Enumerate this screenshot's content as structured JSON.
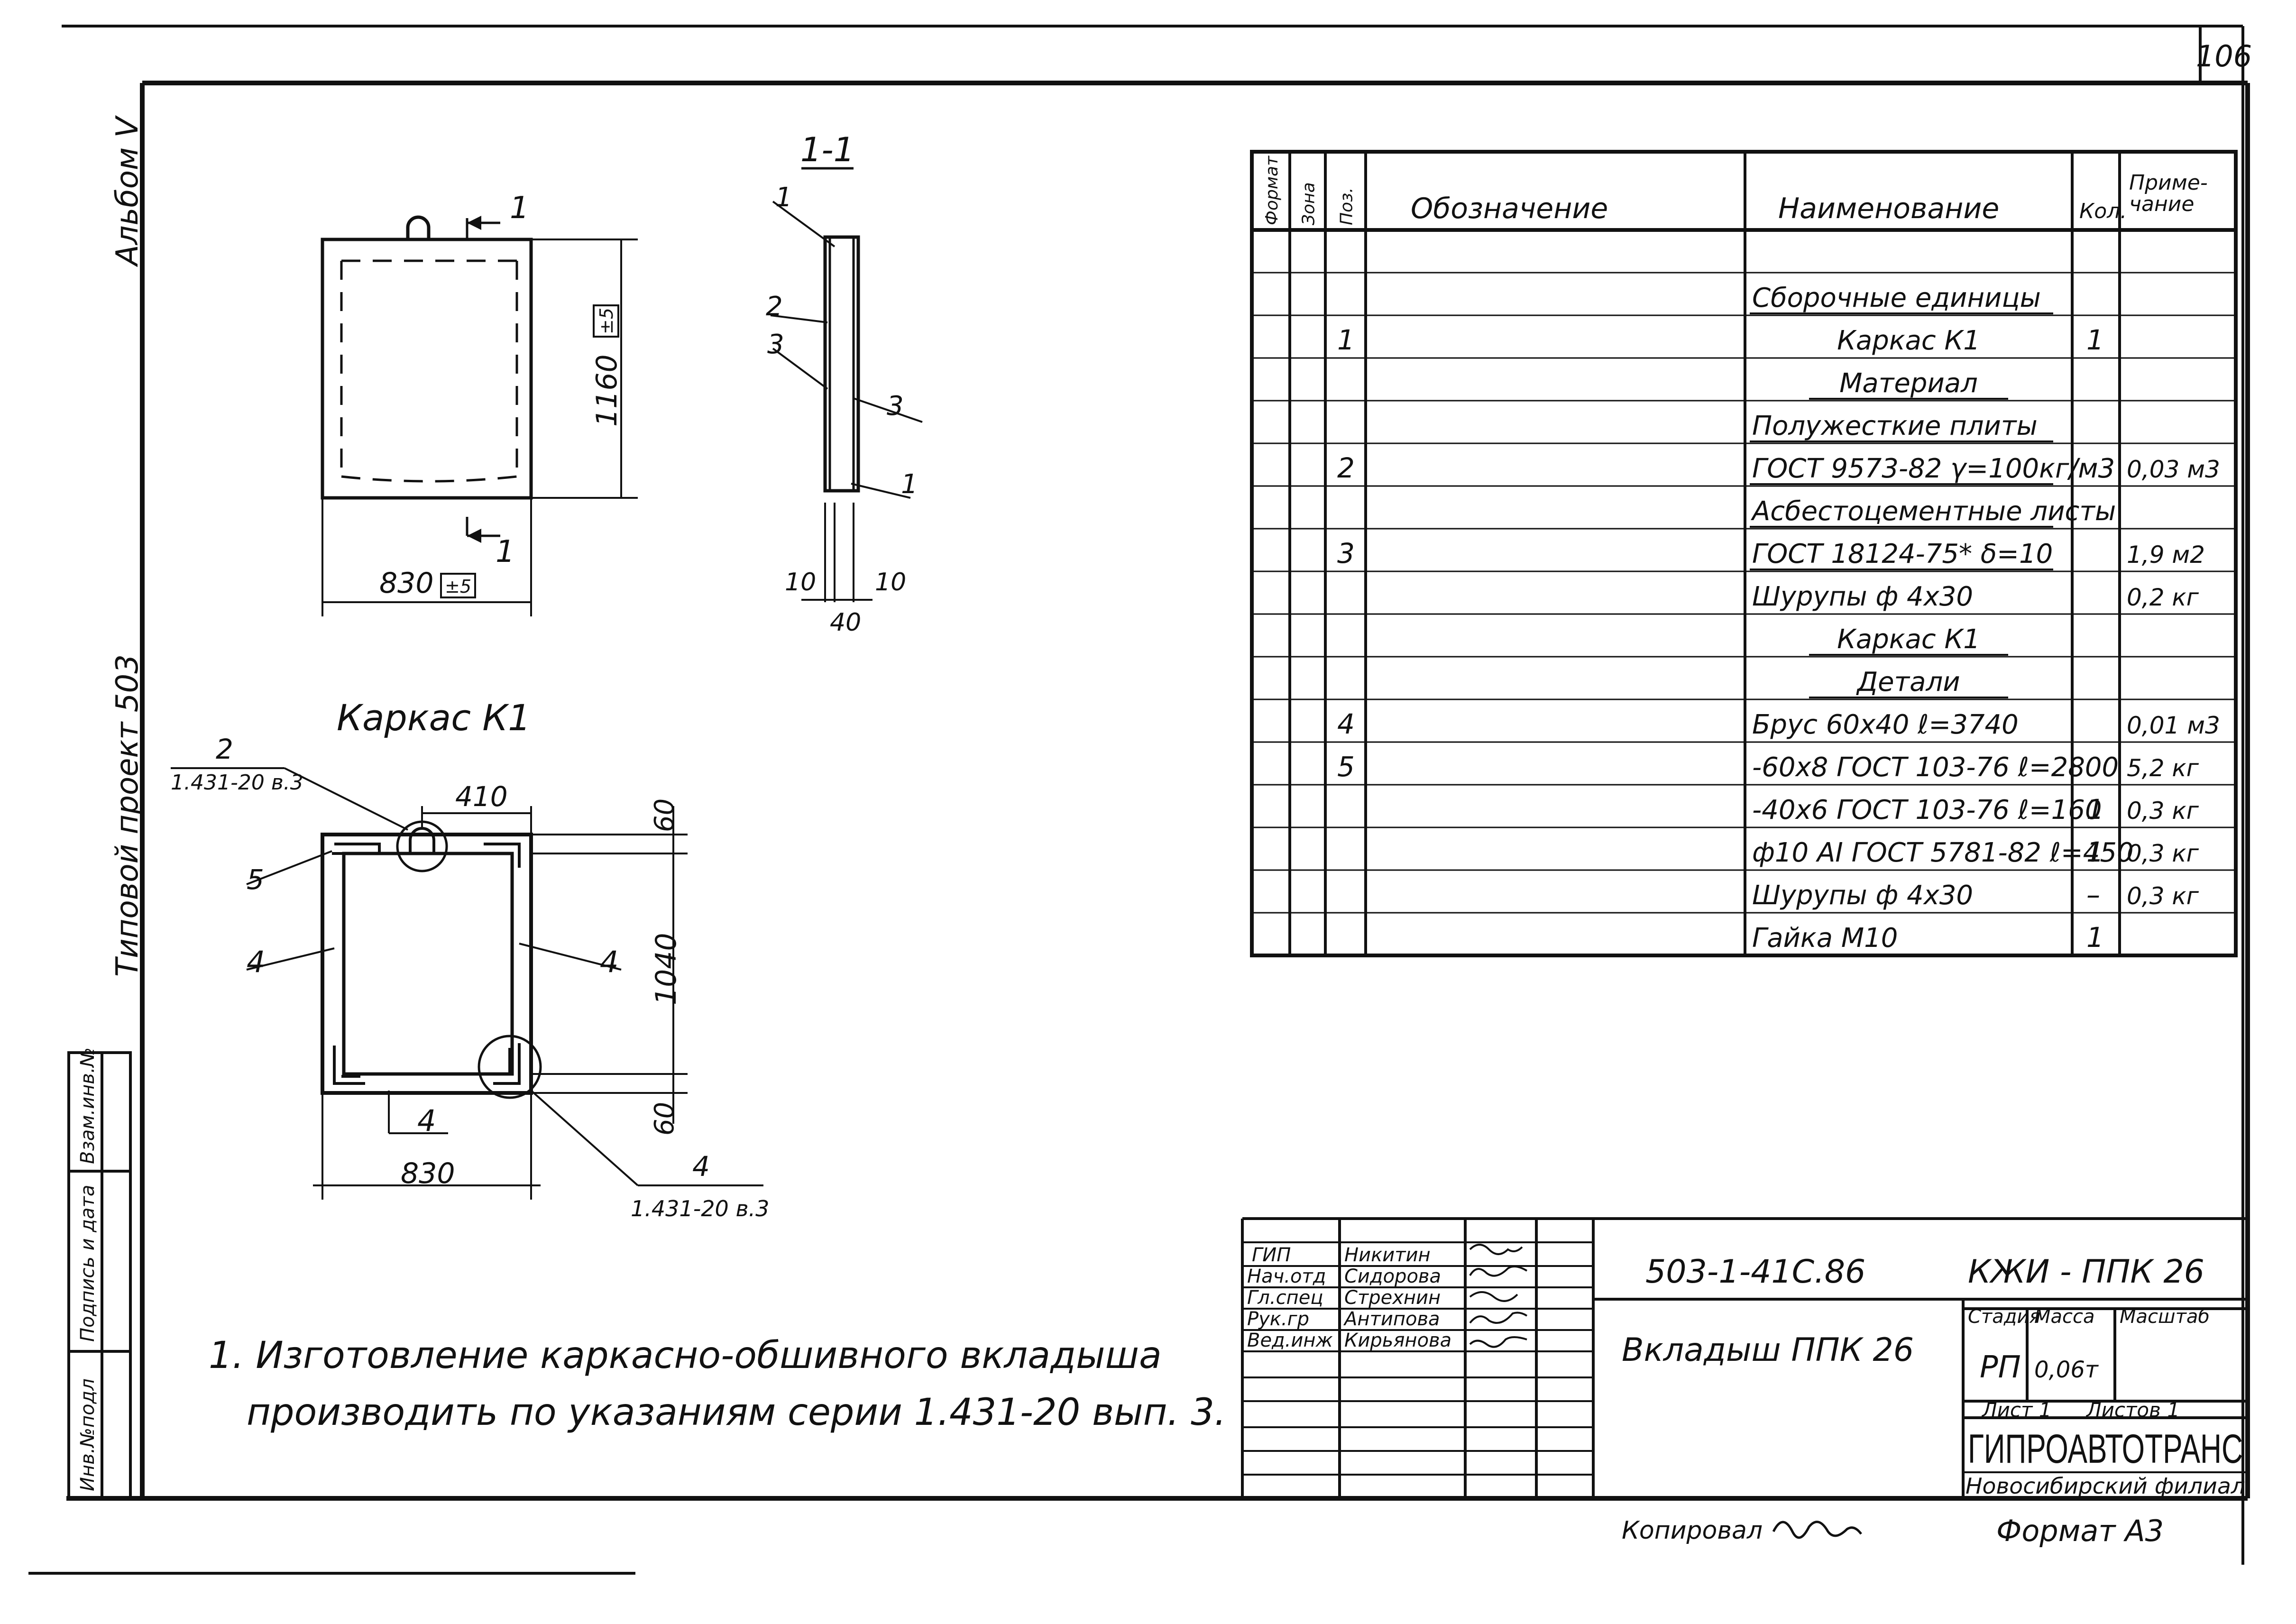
{
  "page": {
    "sheet_number": "106"
  },
  "margin": {
    "album": "Альбом V",
    "project": "Типовой проект 503",
    "stamp_labels": [
      "Инв.№подл",
      "Подпись и дата",
      "Взам.инв.№"
    ]
  },
  "drawing": {
    "section_title": "1-1",
    "section_mark": "1",
    "dims": {
      "height": "1160",
      "height_tol": "±5",
      "width": "830",
      "width_tol": "±5",
      "section_w1": "10",
      "section_w2": "10",
      "section_total": "40"
    },
    "section_callouts": [
      "1",
      "2",
      "3",
      "3",
      "1"
    ]
  },
  "frame": {
    "title": "Каркас К1",
    "dims": {
      "top": "410",
      "corner_top": "60",
      "height": "1040",
      "corner_bottom": "60",
      "width": "830"
    },
    "callouts": {
      "c2": "2",
      "c2_ref": "1.431-20 в.3",
      "c5": "5",
      "c4_left": "4",
      "c4_right": "4",
      "c4_bottom": "4",
      "c4_detail": "4",
      "c4_ref": "1.431-20 в.3"
    }
  },
  "note": {
    "line1": "1. Изготовление каркасно-обшивного вкладыша",
    "line2": "производить по указаниям серии 1.431-20 вып. 3."
  },
  "spec": {
    "headers": [
      "Формат",
      "Зона",
      "Поз.",
      "Обозначение",
      "Наименование",
      "Кол.",
      "Приме-\nчание"
    ],
    "rows": [
      {
        "pos": "",
        "name": "",
        "qty": "",
        "note": "",
        "style": "plain"
      },
      {
        "pos": "",
        "name": "Сборочные единицы",
        "qty": "",
        "note": "",
        "style": "underline"
      },
      {
        "pos": "1",
        "name": "Каркас  К1",
        "qty": "1",
        "note": "",
        "style": "center"
      },
      {
        "pos": "",
        "name": "Материал",
        "qty": "",
        "note": "",
        "style": "underline-center"
      },
      {
        "pos": "",
        "name": "Полужесткие плиты",
        "qty": "",
        "note": "",
        "style": "underline"
      },
      {
        "pos": "2",
        "name": "ГОСТ 9573-82 γ=100кг/м3",
        "qty": "",
        "note": "0,03 м3",
        "style": "underline"
      },
      {
        "pos": "",
        "name": "Асбестоцементные листы",
        "qty": "",
        "note": "",
        "style": "underline"
      },
      {
        "pos": "3",
        "name": "ГОСТ 18124-75* δ=10",
        "qty": "",
        "note": "1,9 м2",
        "style": "underline"
      },
      {
        "pos": "",
        "name": "Шурупы  ф 4х30",
        "qty": "",
        "note": "0,2 кг",
        "style": "plain"
      },
      {
        "pos": "",
        "name": "Каркас  К1",
        "qty": "",
        "note": "",
        "style": "underline-center"
      },
      {
        "pos": "",
        "name": "Детали",
        "qty": "",
        "note": "",
        "style": "underline-center"
      },
      {
        "pos": "4",
        "name": "Брус 60х40   ℓ=3740",
        "qty": "",
        "note": "0,01 м3",
        "style": "plain"
      },
      {
        "pos": "5",
        "name": "-60х8 ГОСТ 103-76  ℓ=2800",
        "qty": "",
        "note": "5,2 кг",
        "style": "plain"
      },
      {
        "pos": "",
        "name": "-40х6 ГОСТ 103-76  ℓ=160",
        "qty": "1",
        "note": "0,3 кг",
        "style": "plain"
      },
      {
        "pos": "",
        "name": "ф10 AI ГОСТ 5781-82 ℓ=450",
        "qty": "1",
        "note": "0,3 кг",
        "style": "plain"
      },
      {
        "pos": "",
        "name": "Шурупы ф 4х30",
        "qty": "–",
        "note": "0,3 кг",
        "style": "plain"
      },
      {
        "pos": "",
        "name": "Гайка   М10",
        "qty": "1",
        "note": "",
        "style": "plain"
      }
    ]
  },
  "title_block": {
    "roles": [
      "ГИП",
      "Нач.отд",
      "Гл.спец",
      "Рук.гр",
      "Вед.инж"
    ],
    "names": [
      "Никитин",
      "Сидорова",
      "Стрехнин",
      "Антипова",
      "Кирьянова"
    ],
    "code": "503-1-41С.86",
    "mark": "КЖИ - ППК 26",
    "doc_title": "Вкладыш ППК 26",
    "stage_label": "Стадия",
    "mass_label": "Масса",
    "scale_label": "Масштаб",
    "stage": "РП",
    "mass": "0,06т",
    "scale": "",
    "sheet": "Лист 1",
    "sheets": "Листов 1",
    "org": "ГИПРОАВТОТРАНС",
    "branch": "Новосибирский филиал",
    "copied": "Копировал",
    "format": "Формат А3"
  }
}
